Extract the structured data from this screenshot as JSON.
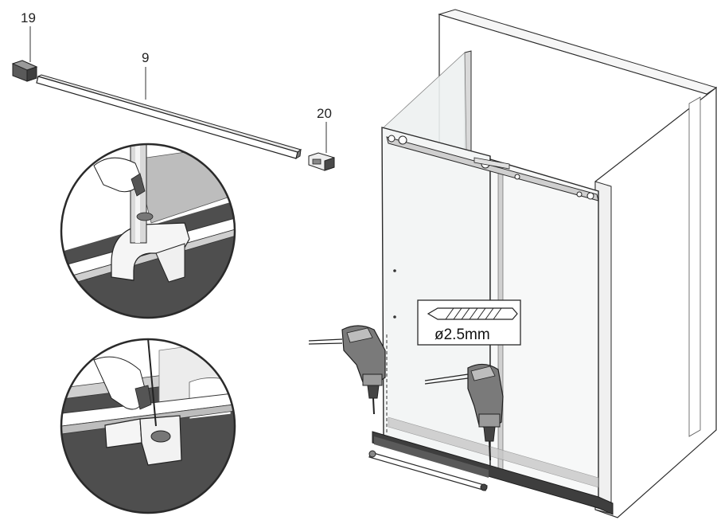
{
  "callouts": {
    "part_19": "19",
    "part_9": "9",
    "part_20": "20"
  },
  "drill_spec": {
    "size_text": "ø2.5mm"
  },
  "colors": {
    "line": "#2a2a2a",
    "dark_floor": "#4a4a4a",
    "mid_grey": "#8c8c8c",
    "light_grey": "#d6d6d6",
    "glass": "#eef1f1"
  }
}
